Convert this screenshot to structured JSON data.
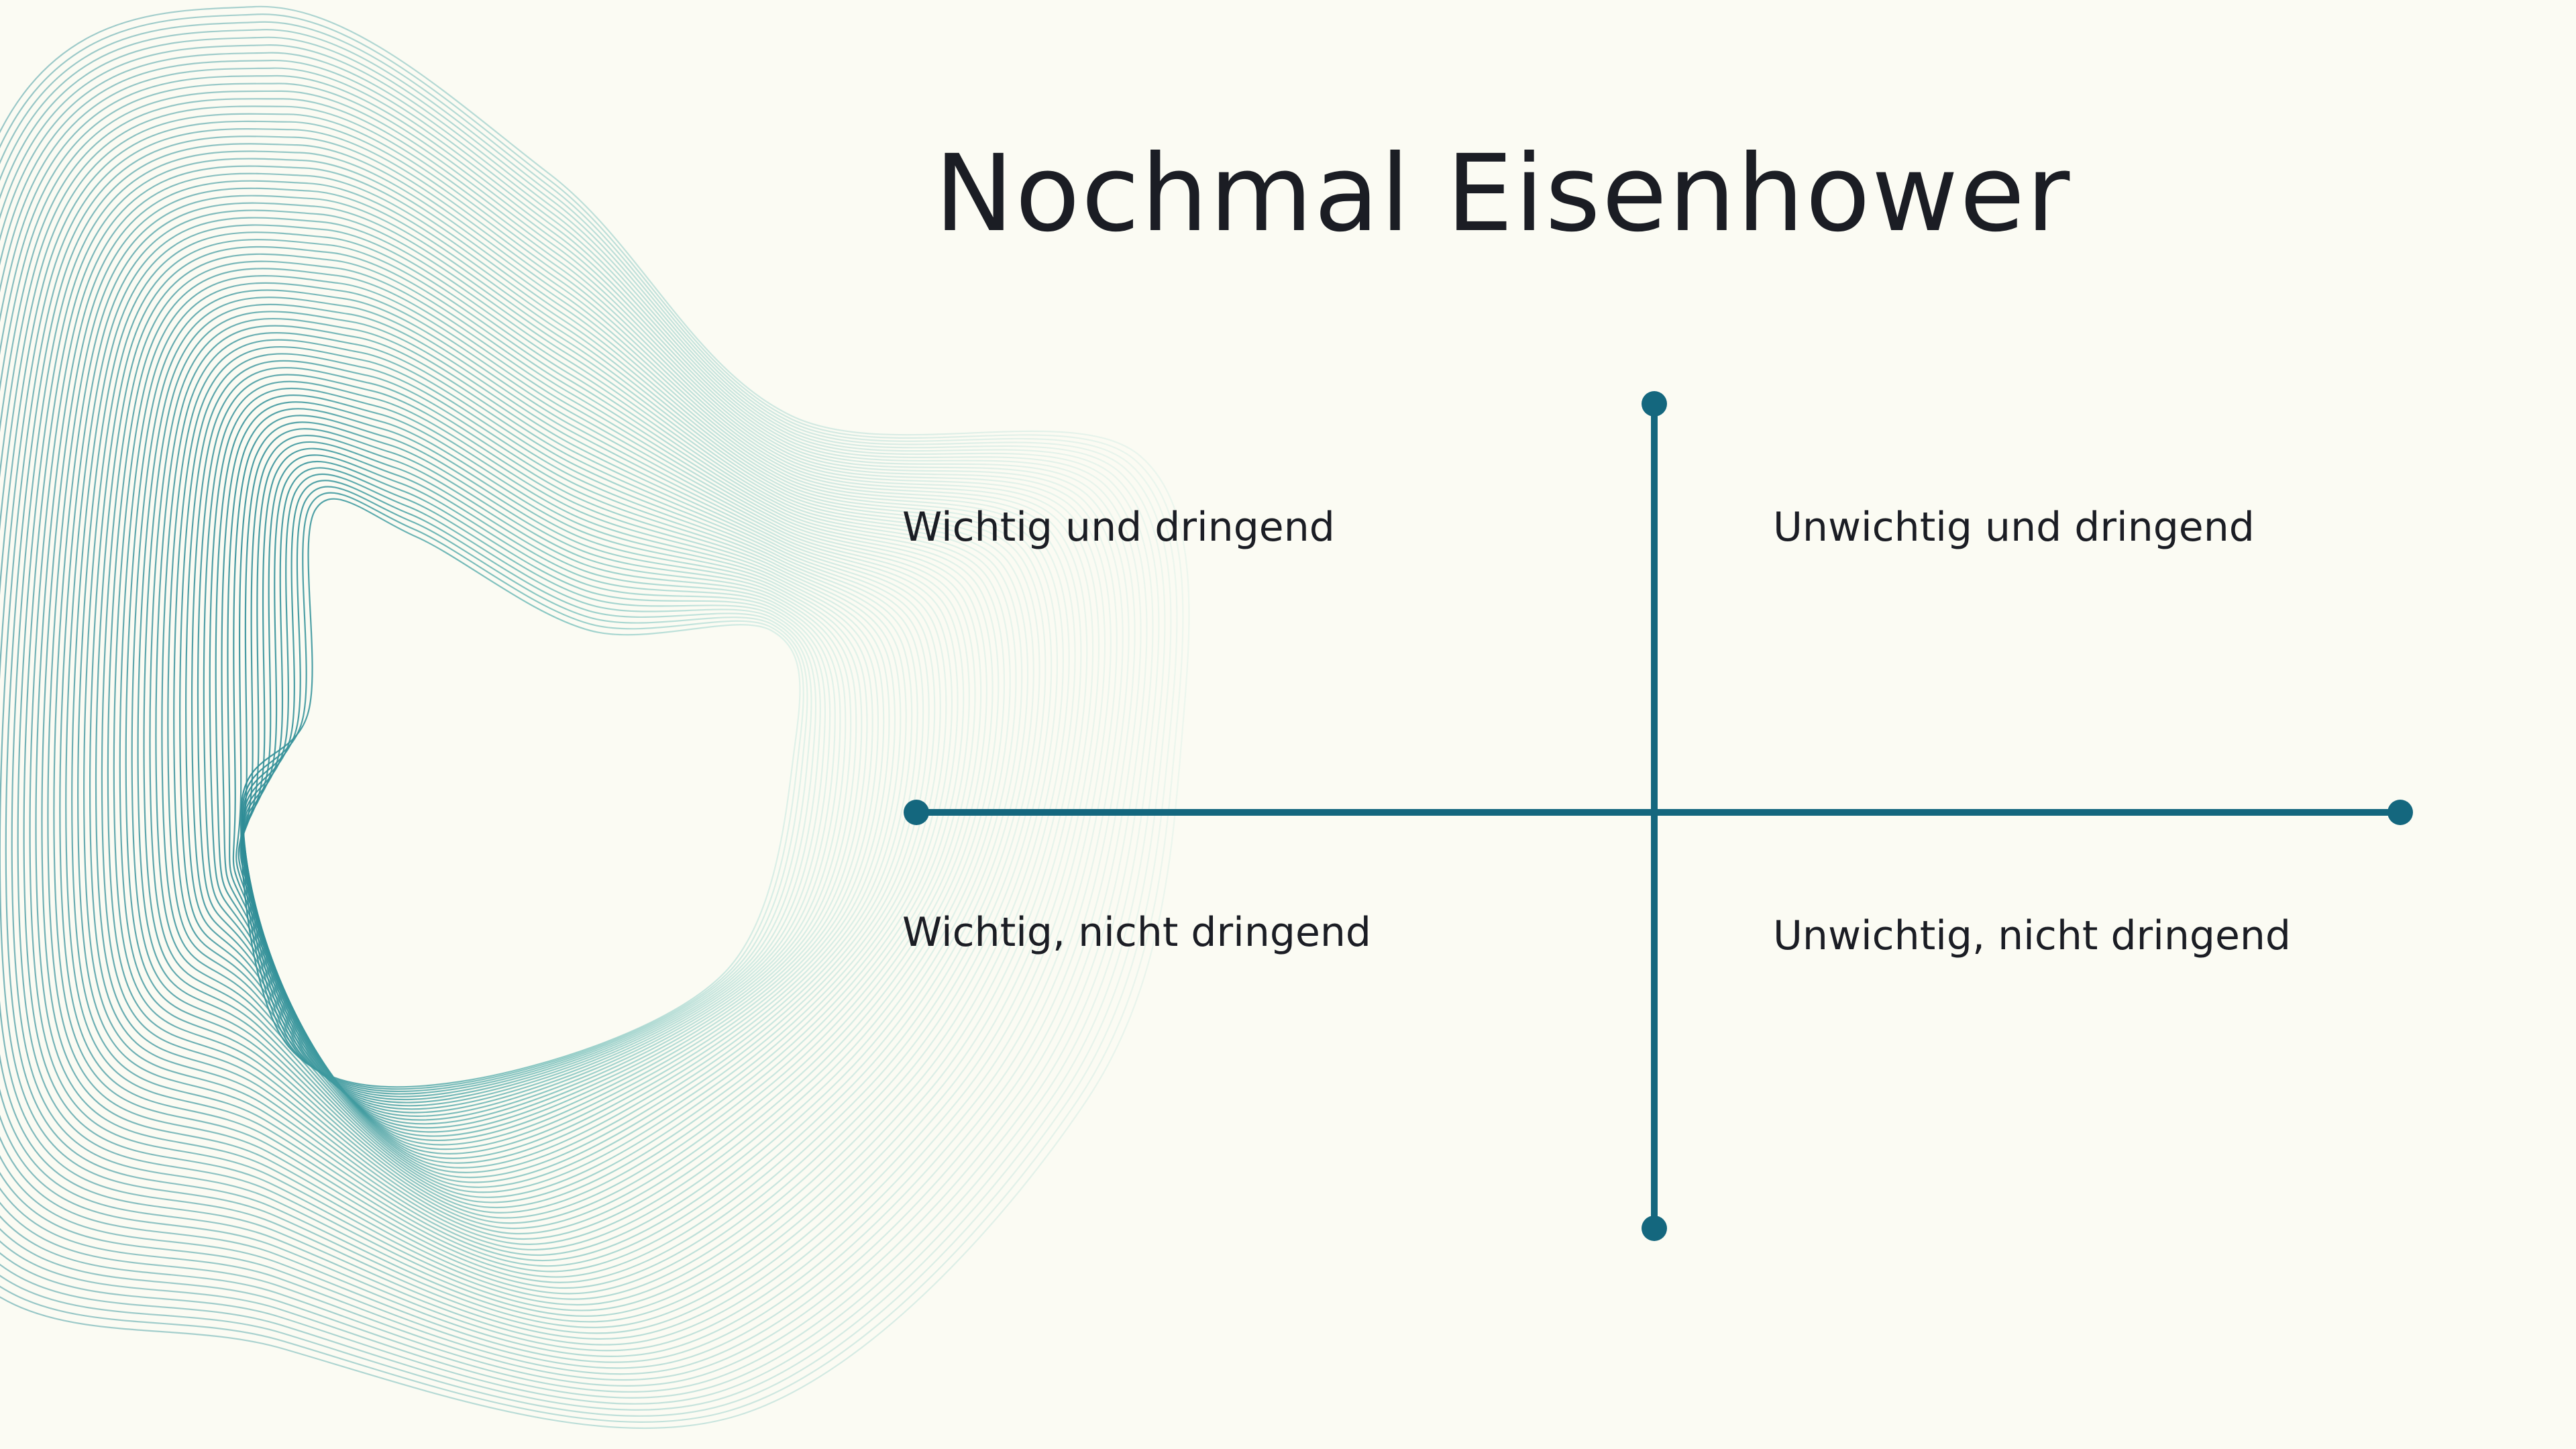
{
  "slide": {
    "title": "Nochmal Eisenhower"
  },
  "matrix": {
    "quadrants": [
      {
        "position": "top-left",
        "label": "Wichtig und dringend"
      },
      {
        "position": "top-right",
        "label": "Unwichtig und dringend"
      },
      {
        "position": "bottom-left",
        "label": "Wichtig, nicht dringend"
      },
      {
        "position": "bottom-right",
        "label": "Unwichtig, nicht dringend"
      }
    ]
  },
  "colors": {
    "background": "#fbfbf3",
    "axis": "#14677e",
    "text": "#1b1d24",
    "wave_dark": "#2e8c96",
    "wave_light": "#bfe6dd"
  },
  "decoration": {
    "type": "flowing-line-wave",
    "icon": "wave-lines-graphic"
  }
}
